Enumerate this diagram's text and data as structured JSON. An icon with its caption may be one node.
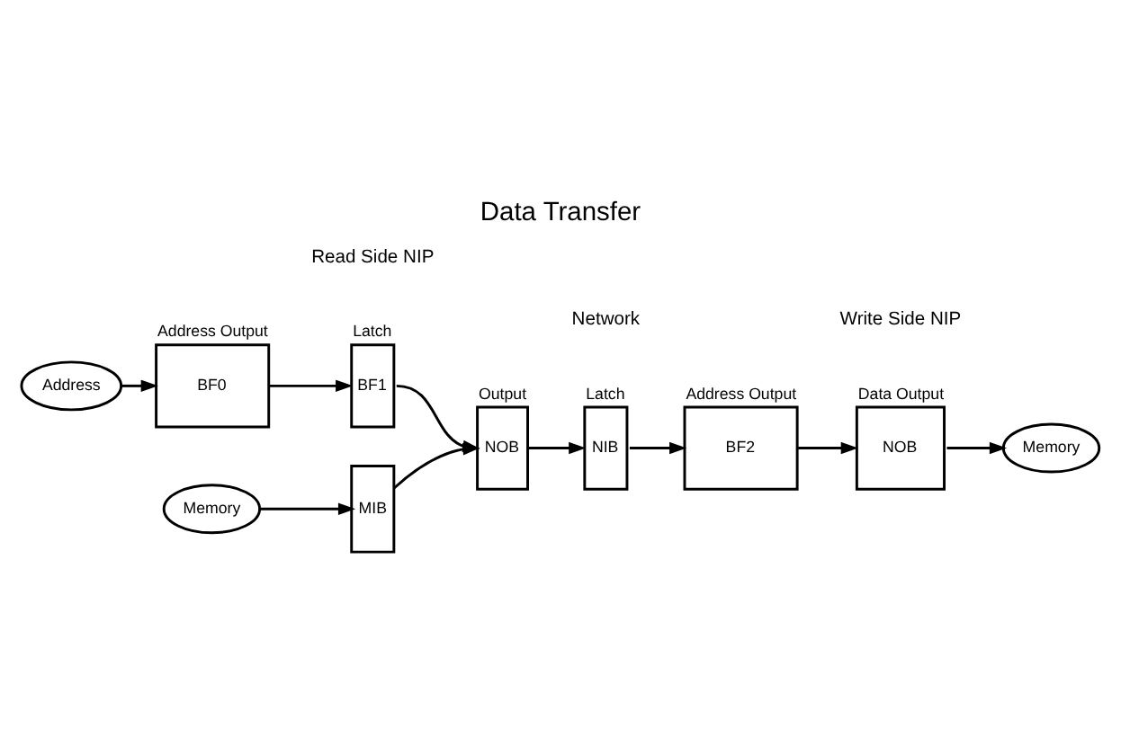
{
  "diagram": {
    "title": "Data Transfer",
    "nodes": [
      {
        "text": [
          "Address"
        ]
      },
      {
        "text": [
          "BF0"
        ],
        "beside": [
          "Address Output"
        ]
      },
      {
        "text": [
          "BF1"
        ],
        "beside": [
          "Latch"
        ]
      },
      {
        "text": [
          "NOB"
        ],
        "beside": [
          "Output"
        ]
      },
      {
        "text": [
          "Memory"
        ]
      },
      {
        "text": [
          "MIB"
        ]
      },
      {
        "text": [
          "NIB"
        ],
        "beside": [
          "Latch"
        ]
      },
      {
        "text": [
          "BF2"
        ],
        "beside": [
          "Address Output"
        ]
      },
      {
        "text": [
          "NOB"
        ],
        "beside": [
          "Data Output"
        ]
      },
      {
        "text": [
          "Memory"
        ]
      }
    ],
    "edges": [
      {
        "from": 0,
        "to": 1,
        "arrow": "to"
      },
      {
        "from": 1,
        "to": 2,
        "arrow": "to"
      },
      {
        "from": 2,
        "to": 3,
        "arrow": "to"
      },
      {
        "from": 4,
        "to": 5,
        "arrow": "to"
      },
      {
        "from": 5,
        "to": 3,
        "arrow": "to"
      },
      {
        "from": 3,
        "to": 6,
        "arrow": "to"
      },
      {
        "from": 6,
        "to": 7,
        "arrow": "to"
      },
      {
        "from": 7,
        "to": 8,
        "arrow": "to"
      },
      {
        "from": 8,
        "to": 9,
        "arrow": "to"
      }
    ],
    "labels": [
      "Network",
      "Read Side NIP",
      "Write Side NIP"
    ]
  }
}
